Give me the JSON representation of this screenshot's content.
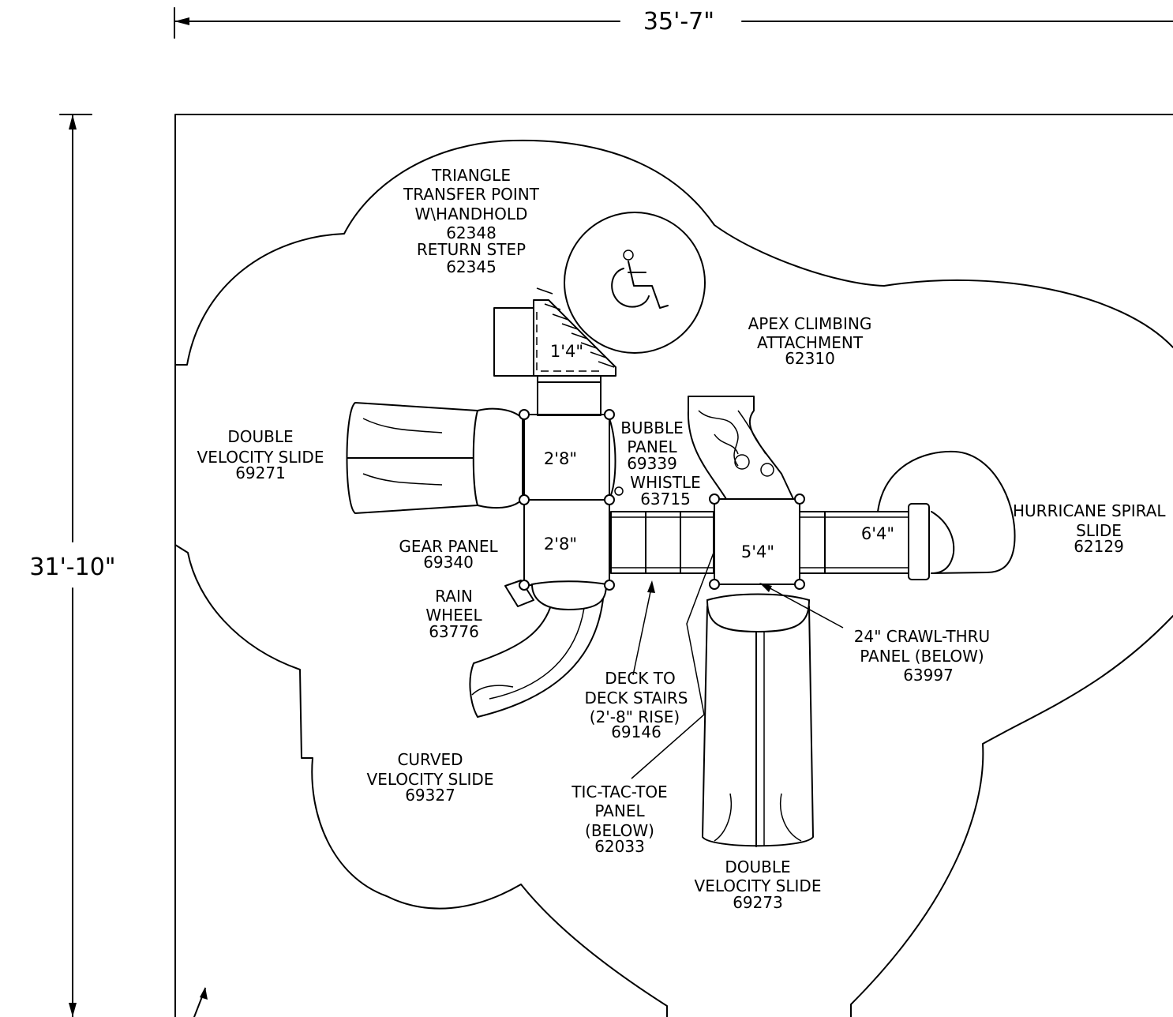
{
  "dimensions": {
    "width": "35'-7\"",
    "height": "31'-10\""
  },
  "labels": {
    "triangle": [
      "TRIANGLE",
      "TRANSFER POINT",
      "W\\HANDHOLD",
      "62348",
      "RETURN STEP",
      "62345"
    ],
    "apex": [
      "APEX CLIMBING",
      "ATTACHMENT",
      "62310"
    ],
    "double_left": [
      "DOUBLE",
      "VELOCITY SLIDE",
      "69271"
    ],
    "bubble": [
      "BUBBLE",
      "PANEL",
      "69339"
    ],
    "whistle": [
      "WHISTLE",
      "63715"
    ],
    "hurricane": [
      "HURRICANE SPIRAL",
      "SLIDE",
      "62129"
    ],
    "gear": [
      "GEAR PANEL",
      "69340"
    ],
    "rain": [
      "RAIN",
      "WHEEL",
      "63776"
    ],
    "crawl": [
      "24\" CRAWL-THRU",
      "PANEL (BELOW)",
      "63997"
    ],
    "stairs": [
      "DECK TO",
      "DECK STAIRS",
      "(2'-8\" RISE)",
      "69146"
    ],
    "curved": [
      "CURVED",
      "VELOCITY SLIDE",
      "69327"
    ],
    "tictac": [
      "TIC-TAC-TOE",
      "PANEL",
      "(BELOW)",
      "62033"
    ],
    "double_bottom": [
      "DOUBLE",
      "VELOCITY SLIDE",
      "69273"
    ]
  },
  "decks": {
    "triangle": "1'4\"",
    "upper_left": "2'8\"",
    "lower_left": "2'8\"",
    "center": "5'4\"",
    "right": "6'4\""
  },
  "icons": {
    "accessibility": "wheelchair-icon"
  }
}
